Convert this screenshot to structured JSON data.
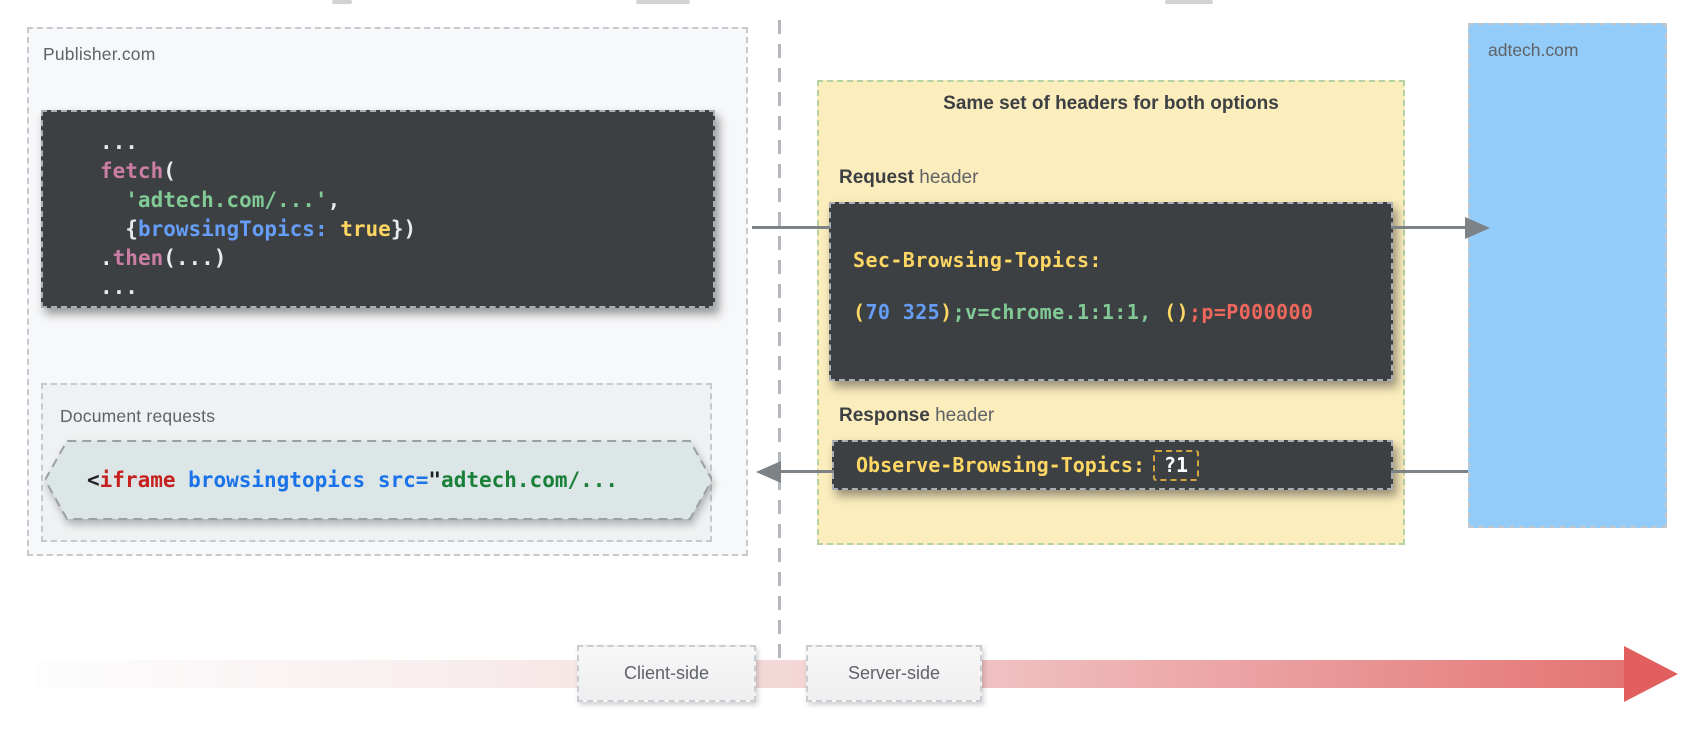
{
  "publisher": {
    "title": "Publisher.com",
    "code": {
      "l1": "...",
      "l2_fn": "fetch",
      "l2_rest": "(",
      "l3_str": "  'adtech.com/...'",
      "l3_comma": ",",
      "l4_brace": "  {",
      "l4_key": "browsingTopics:",
      "l4_val": " true",
      "l4_close": "})",
      "l5_dot": ".",
      "l5_fn": "then",
      "l5_rest": "(...)",
      "l6": "..."
    }
  },
  "document_requests": {
    "title": "Document requests",
    "code": {
      "lt": "<",
      "tag": "iframe",
      "attr": " browsingtopics ",
      "src": "src=",
      "quote": "\"",
      "url": "adtech.com/..."
    }
  },
  "headers_panel": {
    "title": "Same set of headers for both options",
    "request": {
      "label_bold": "Request",
      "label_rest": " header",
      "header_name": "Sec-Browsing-Topics:",
      "v_open": "(",
      "v_numbers": "70 325",
      "v_close": ")",
      "v_version": ";v=chrome.1:1:1,",
      "v_empty": " ()",
      "v_p": ";p=P000000"
    },
    "response": {
      "label_bold": "Response",
      "label_rest": " header",
      "header_name": "Observe-Browsing-Topics:",
      "value": "?1"
    }
  },
  "adtech": {
    "title": "adtech.com"
  },
  "timeline": {
    "client": "Client-side",
    "server": "Server-side"
  },
  "colors": {
    "dark_box": "#3c4043",
    "panel_yellow": "#fcedbd",
    "panel_border_green": "#b5d1a6",
    "adtech_blue": "#93ccf9",
    "hexagon_fill": "#dce6e7",
    "code_yellow": "#fdd663",
    "code_blue": "#669df6",
    "code_green": "#81c995",
    "code_red": "#ee675c",
    "code_pink": "#cc7da4",
    "html_tag_red": "#c5221f",
    "html_attr_blue": "#1a73e8",
    "html_url_green": "#188038",
    "arrow_gray": "#7d8287",
    "timeline_red": "#e25f5f"
  }
}
